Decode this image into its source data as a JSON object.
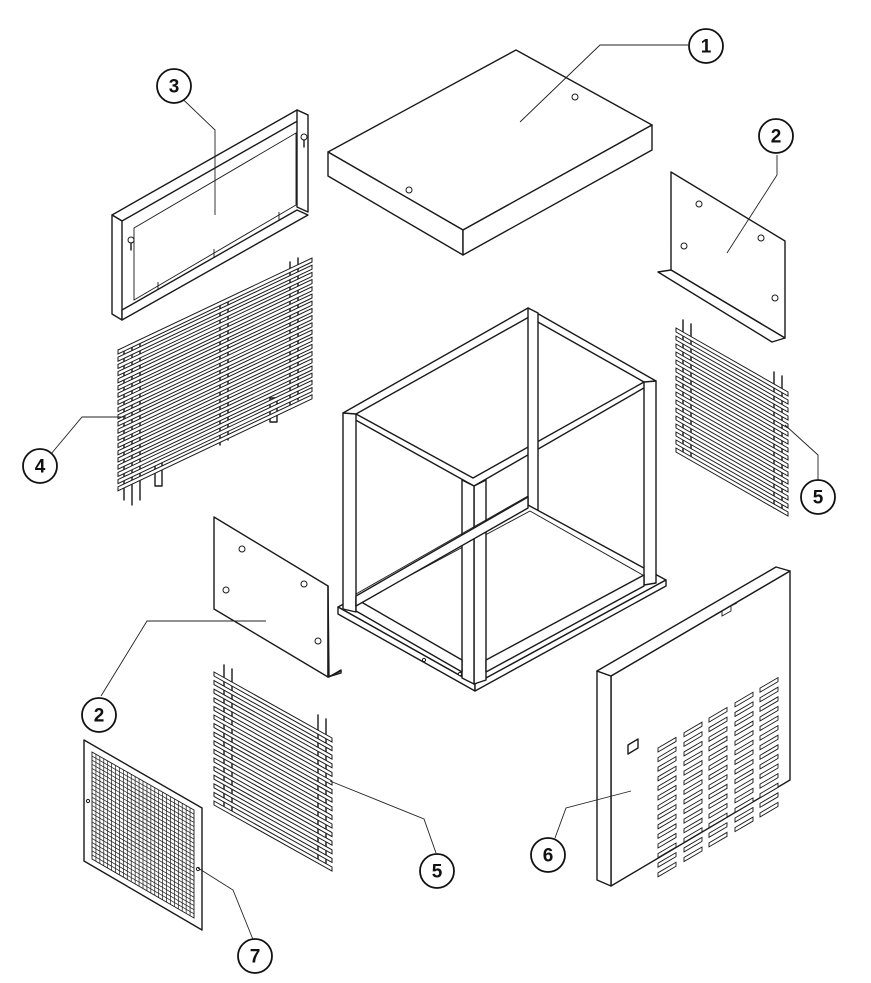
{
  "callouts": [
    {
      "id": "c1",
      "label": "1"
    },
    {
      "id": "c2a",
      "label": "2"
    },
    {
      "id": "c2b",
      "label": "2"
    },
    {
      "id": "c3",
      "label": "3"
    },
    {
      "id": "c4",
      "label": "4"
    },
    {
      "id": "c5a",
      "label": "5"
    },
    {
      "id": "c5b",
      "label": "5"
    },
    {
      "id": "c6",
      "label": "6"
    },
    {
      "id": "c7",
      "label": "7"
    }
  ]
}
